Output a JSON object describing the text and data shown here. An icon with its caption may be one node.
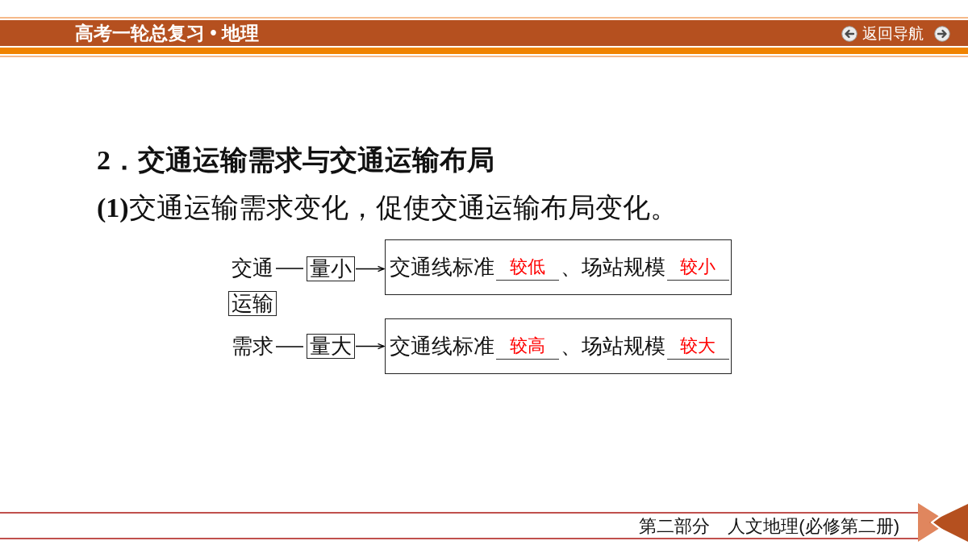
{
  "diagram": {
    "title": "2．交通运输需求与交通运输布局",
    "nodes": [
      {
        "text": [
          "交通"
        ]
      },
      {
        "text": [
          "量小"
        ]
      },
      {
        "text": [
          "交通线标准",
          "较低",
          "、场站规模",
          "较小"
        ]
      },
      {
        "text": [
          "运输"
        ]
      },
      {
        "text": [
          "需求"
        ]
      },
      {
        "text": [
          "量大"
        ]
      },
      {
        "text": [
          "交通线标准",
          "较高",
          "、场站规模",
          "较大"
        ]
      }
    ],
    "edges": [
      {
        "from": 0,
        "to": 1,
        "arrow": "none"
      },
      {
        "from": 1,
        "to": 2,
        "arrow": "to"
      },
      {
        "from": 4,
        "to": 5,
        "arrow": "none"
      },
      {
        "from": 5,
        "to": 6,
        "arrow": "to"
      }
    ],
    "labels": [
      "高考一轮总复习 • 地理",
      "返回导航",
      "**(1)**交通运输需求变化，促使交通运输布局变化。",
      "第二部分　人文地理(必修第二册)"
    ]
  }
}
